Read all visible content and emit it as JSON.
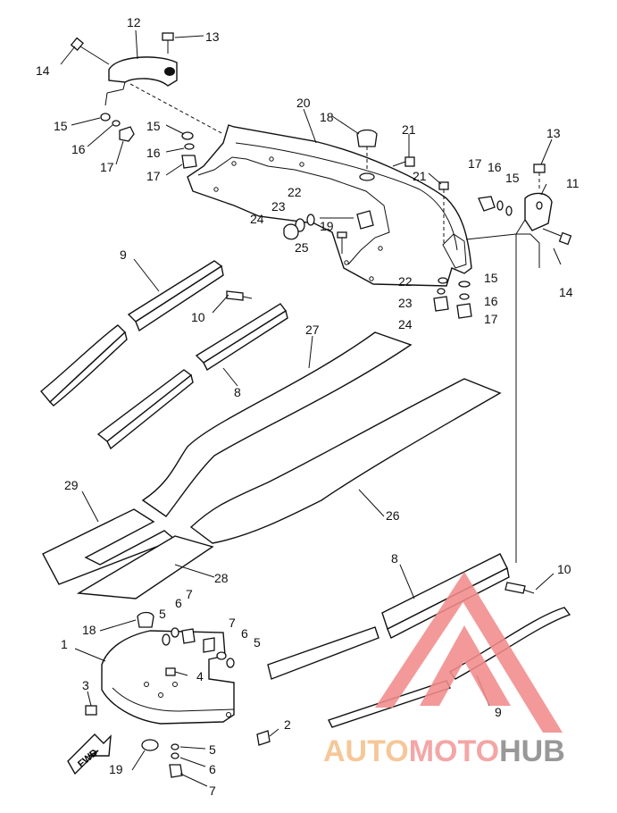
{
  "diagram": {
    "callouts": [
      {
        "id": "c14a",
        "text": "14"
      },
      {
        "id": "c12",
        "text": "12"
      },
      {
        "id": "c13a",
        "text": "13"
      },
      {
        "id": "c15a",
        "text": "15"
      },
      {
        "id": "c16a",
        "text": "16"
      },
      {
        "id": "c17a",
        "text": "17"
      },
      {
        "id": "c15b",
        "text": "15"
      },
      {
        "id": "c16b",
        "text": "16"
      },
      {
        "id": "c17b",
        "text": "17"
      },
      {
        "id": "c20",
        "text": "20"
      },
      {
        "id": "c18a",
        "text": "18"
      },
      {
        "id": "c21a",
        "text": "21"
      },
      {
        "id": "c21b",
        "text": "21"
      },
      {
        "id": "c22a",
        "text": "22"
      },
      {
        "id": "c23a",
        "text": "23"
      },
      {
        "id": "c24a",
        "text": "24"
      },
      {
        "id": "c19a",
        "text": "19"
      },
      {
        "id": "c25",
        "text": "25"
      },
      {
        "id": "c13b",
        "text": "13"
      },
      {
        "id": "c17c",
        "text": "17"
      },
      {
        "id": "c16c",
        "text": "16"
      },
      {
        "id": "c15c",
        "text": "15"
      },
      {
        "id": "c11",
        "text": "11"
      },
      {
        "id": "c14b",
        "text": "14"
      },
      {
        "id": "c22b",
        "text": "22"
      },
      {
        "id": "c23b",
        "text": "23"
      },
      {
        "id": "c24b",
        "text": "24"
      },
      {
        "id": "c15d",
        "text": "15"
      },
      {
        "id": "c16d",
        "text": "16"
      },
      {
        "id": "c17d",
        "text": "17"
      },
      {
        "id": "c9a",
        "text": "9"
      },
      {
        "id": "c10a",
        "text": "10"
      },
      {
        "id": "c8a",
        "text": "8"
      },
      {
        "id": "c27",
        "text": "27"
      },
      {
        "id": "c29",
        "text": "29"
      },
      {
        "id": "c26",
        "text": "26"
      },
      {
        "id": "c28",
        "text": "28"
      },
      {
        "id": "c8b",
        "text": "8"
      },
      {
        "id": "c10b",
        "text": "10"
      },
      {
        "id": "c18b",
        "text": "18"
      },
      {
        "id": "c5a",
        "text": "5"
      },
      {
        "id": "c6a",
        "text": "6"
      },
      {
        "id": "c7a",
        "text": "7"
      },
      {
        "id": "c1",
        "text": "1"
      },
      {
        "id": "c7b",
        "text": "7"
      },
      {
        "id": "c6b",
        "text": "6"
      },
      {
        "id": "c5b",
        "text": "5"
      },
      {
        "id": "c4",
        "text": "4"
      },
      {
        "id": "c3",
        "text": "3"
      },
      {
        "id": "c9b",
        "text": "9"
      },
      {
        "id": "c2",
        "text": "2"
      },
      {
        "id": "c5c",
        "text": "5"
      },
      {
        "id": "c19b",
        "text": "19"
      },
      {
        "id": "c6c",
        "text": "6"
      },
      {
        "id": "c7c",
        "text": "7"
      }
    ],
    "fwd_label": "FWD"
  },
  "watermark": {
    "brand_parts": [
      "AUTO",
      "MOTO",
      "HUB"
    ],
    "colors": {
      "auto": "#f5c08a",
      "moto": "#f39a9a",
      "hub": "#8a8a8a",
      "triangle": "#f28b8b"
    }
  }
}
